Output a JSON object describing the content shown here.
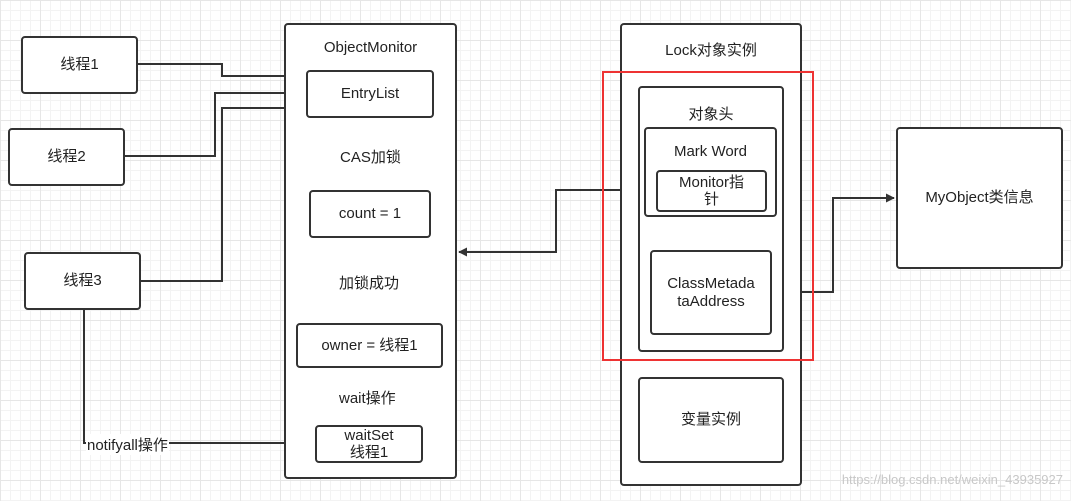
{
  "threads": {
    "t1": "线程1",
    "t2": "线程2",
    "t3": "线程3"
  },
  "object_monitor": {
    "title": "ObjectMonitor",
    "entry_list": "EntryList",
    "count": "count = 1",
    "owner": "owner = 线程1",
    "waitset_line1": "waitSet",
    "waitset_line2": "线程1"
  },
  "edge_labels": {
    "cas_lock": "CAS加锁",
    "lock_success": "加锁成功",
    "wait_op": "wait操作",
    "notifyall_op": "notifyall操作"
  },
  "lock_instance": {
    "title": "Lock对象实例",
    "object_header": "对象头",
    "mark_word": "Mark Word",
    "monitor_ptr_line1": "Monitor指",
    "monitor_ptr_line2": "针",
    "class_meta_line1": "ClassMetada",
    "class_meta_line2": "taAddress",
    "instance_vars": "变量实例"
  },
  "class_info": "MyObject类信息",
  "watermark": "https://blog.csdn.net/weixin_43935927",
  "colors": {
    "stroke": "#333333",
    "highlight_frame": "#e33333"
  }
}
